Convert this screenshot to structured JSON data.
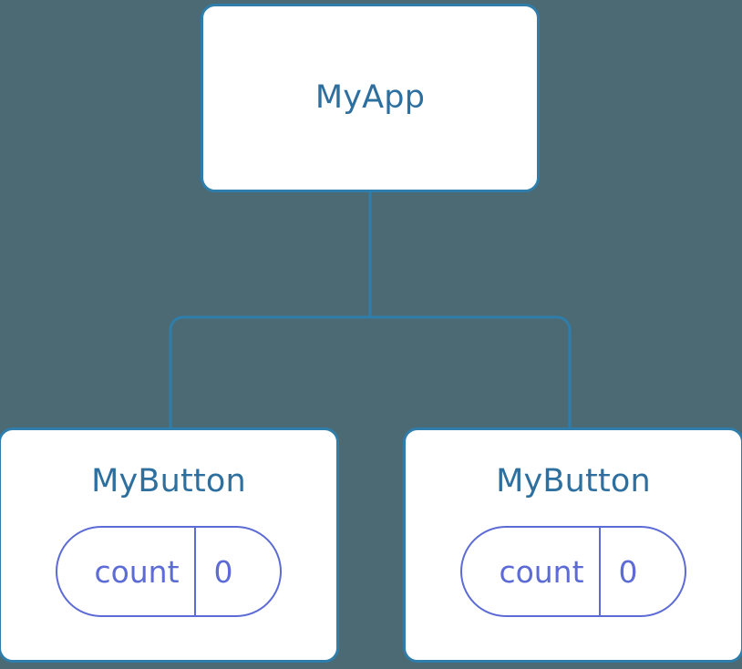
{
  "diagram": {
    "type": "component-tree",
    "background_color": "#4c6a73",
    "node_border_color": "#2f7dab",
    "node_fill_color": "#ffffff",
    "node_title_color": "#2d6f9e",
    "state_accent_color": "#5c6bd6",
    "connector_color": "#2f7dab",
    "root": {
      "title": "MyApp"
    },
    "children": [
      {
        "title": "MyButton",
        "state": {
          "key": "count",
          "value": "0"
        }
      },
      {
        "title": "MyButton",
        "state": {
          "key": "count",
          "value": "0"
        }
      }
    ]
  }
}
